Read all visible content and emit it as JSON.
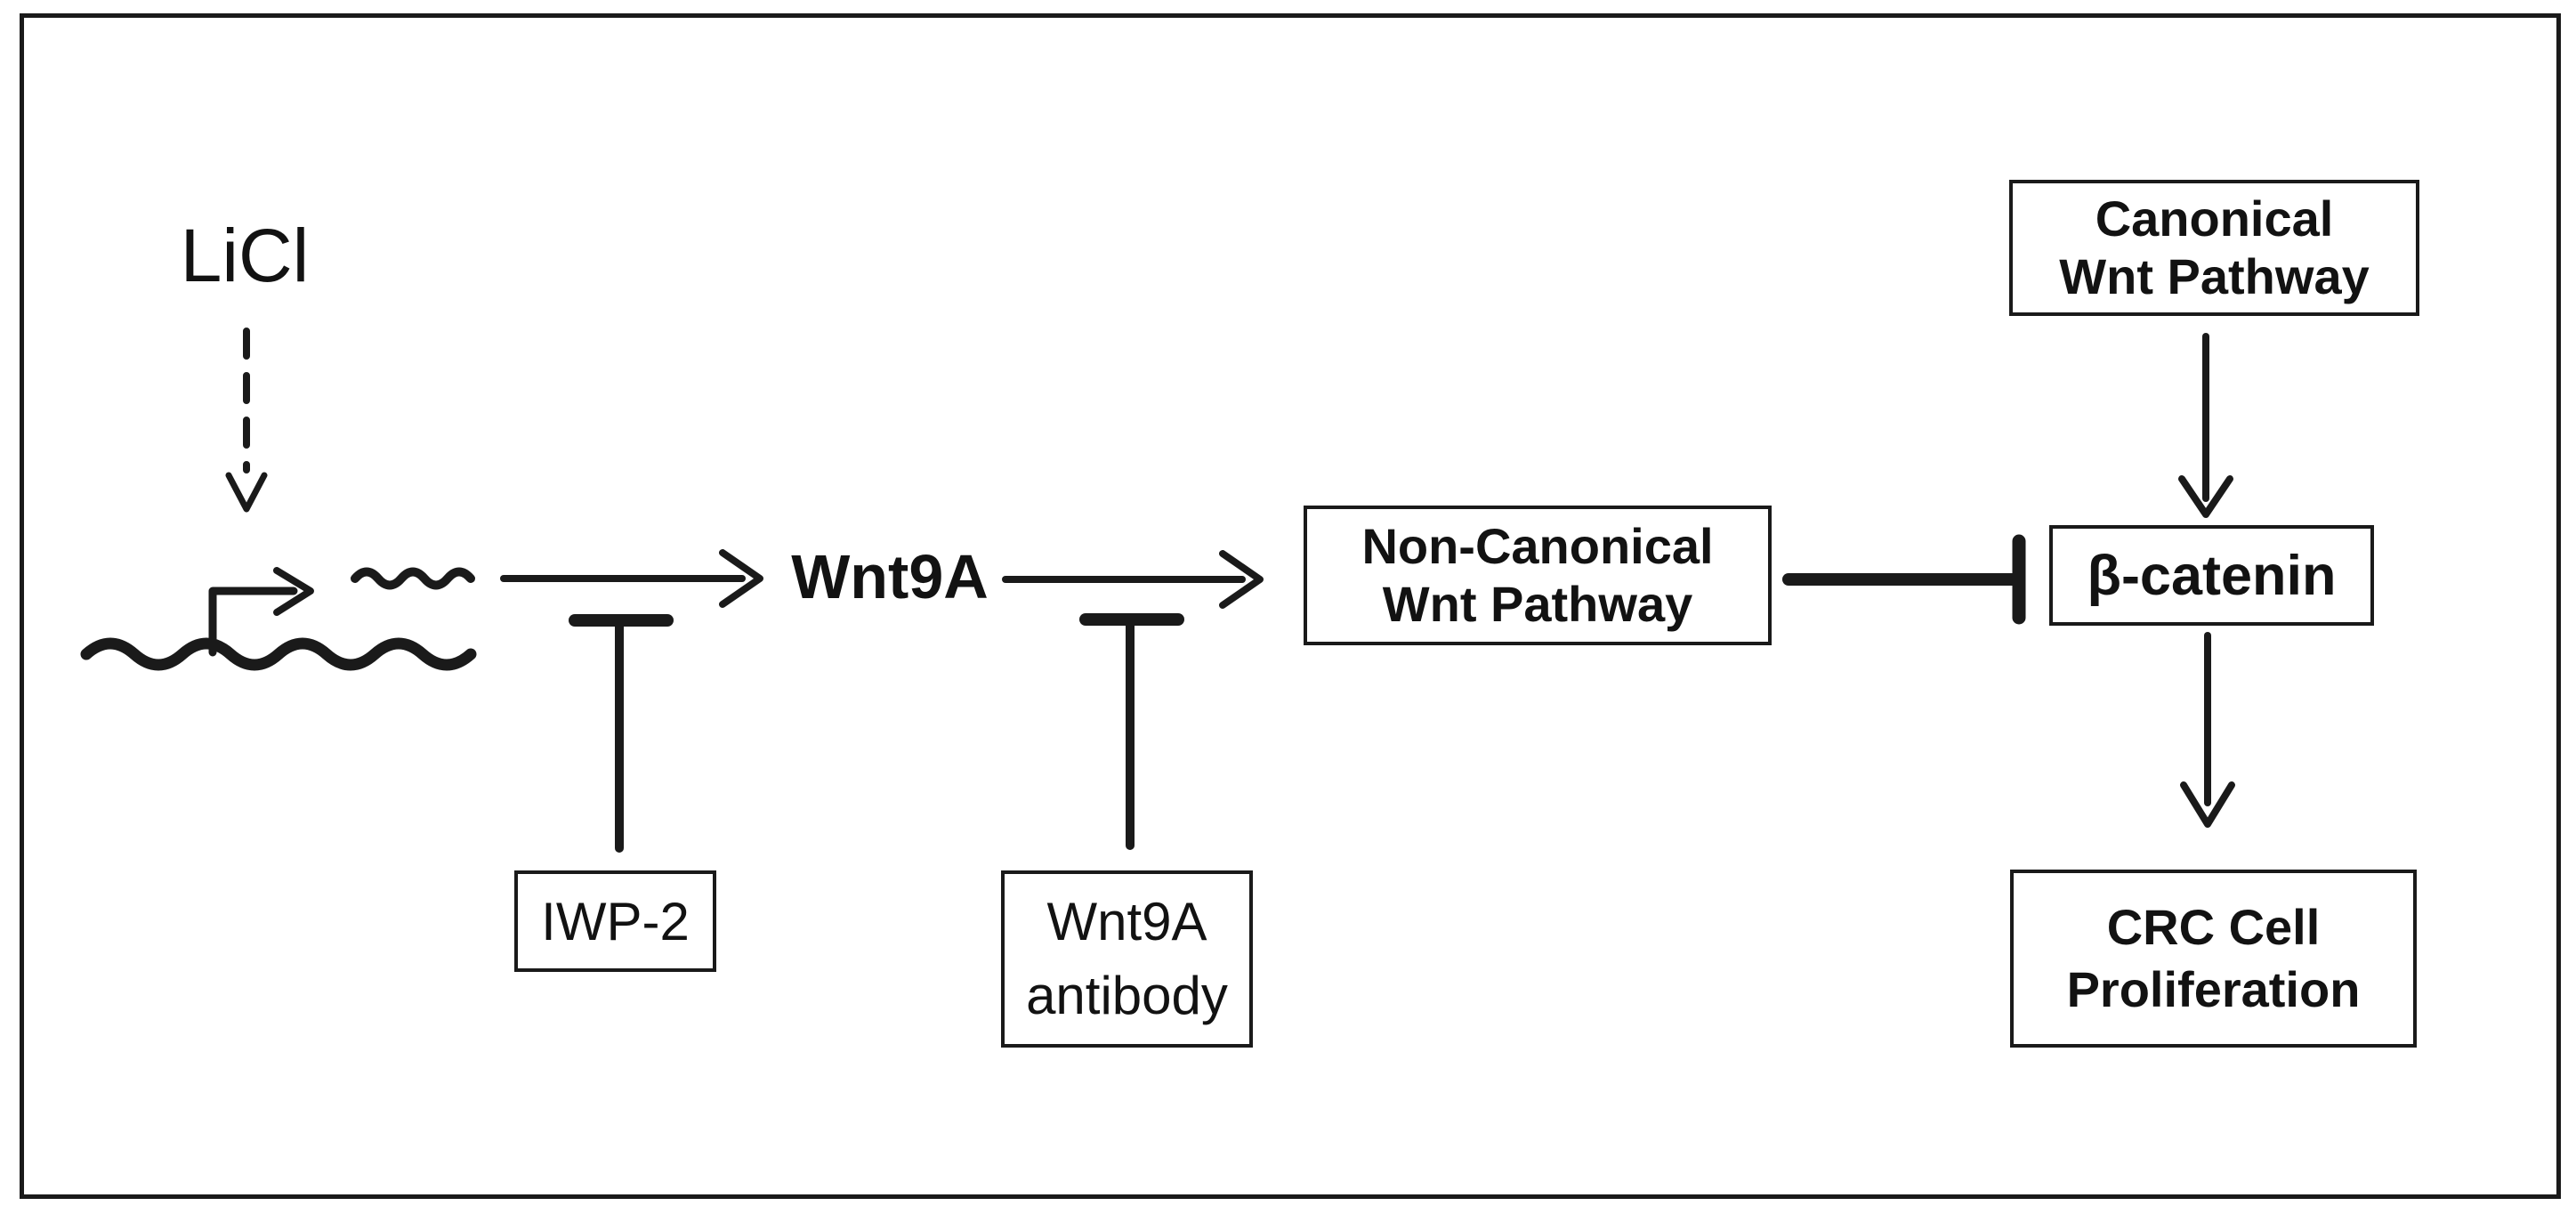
{
  "figure": {
    "type": "signaling-pathway-diagram",
    "background_color": "#ffffff",
    "ink_color": "#1a1a1a"
  },
  "nodes": {
    "licl": {
      "label": "LiCl"
    },
    "wnt9a": {
      "label": "Wnt9A"
    },
    "iwp2": {
      "label": "IWP-2"
    },
    "wnt9a_antibody": {
      "label": "Wnt9A\nantibody"
    },
    "non_canonical": {
      "label": "Non-Canonical\nWnt Pathway"
    },
    "canonical": {
      "label": "Canonical\nWnt Pathway"
    },
    "beta_catenin": {
      "label": "β-catenin"
    },
    "crc": {
      "label": "CRC Cell\nProliferation"
    }
  },
  "icons": {
    "dna": "gene-dna-wavy-line-icon",
    "transcription": "transcription-start-bent-arrow-icon",
    "mrna": "mrna-wavy-line-icon"
  },
  "edges": [
    {
      "from": "LiCl",
      "to": "Wnt9A gene",
      "type": "dashed-activation-arrow"
    },
    {
      "from": "Wnt9A gene transcript",
      "to": "Wnt9A",
      "type": "activation-arrow"
    },
    {
      "from": "IWP-2",
      "to": "Wnt9A production",
      "type": "inhibition-tbar"
    },
    {
      "from": "Wnt9A",
      "to": "Non-Canonical Wnt Pathway",
      "type": "activation-arrow"
    },
    {
      "from": "Wnt9A antibody",
      "to": "Wnt9A signaling",
      "type": "inhibition-tbar"
    },
    {
      "from": "Non-Canonical Wnt Pathway",
      "to": "β-catenin",
      "type": "inhibition-tbar"
    },
    {
      "from": "Canonical Wnt Pathway",
      "to": "β-catenin",
      "type": "activation-arrow"
    },
    {
      "from": "β-catenin",
      "to": "CRC Cell Proliferation",
      "type": "activation-arrow"
    }
  ]
}
